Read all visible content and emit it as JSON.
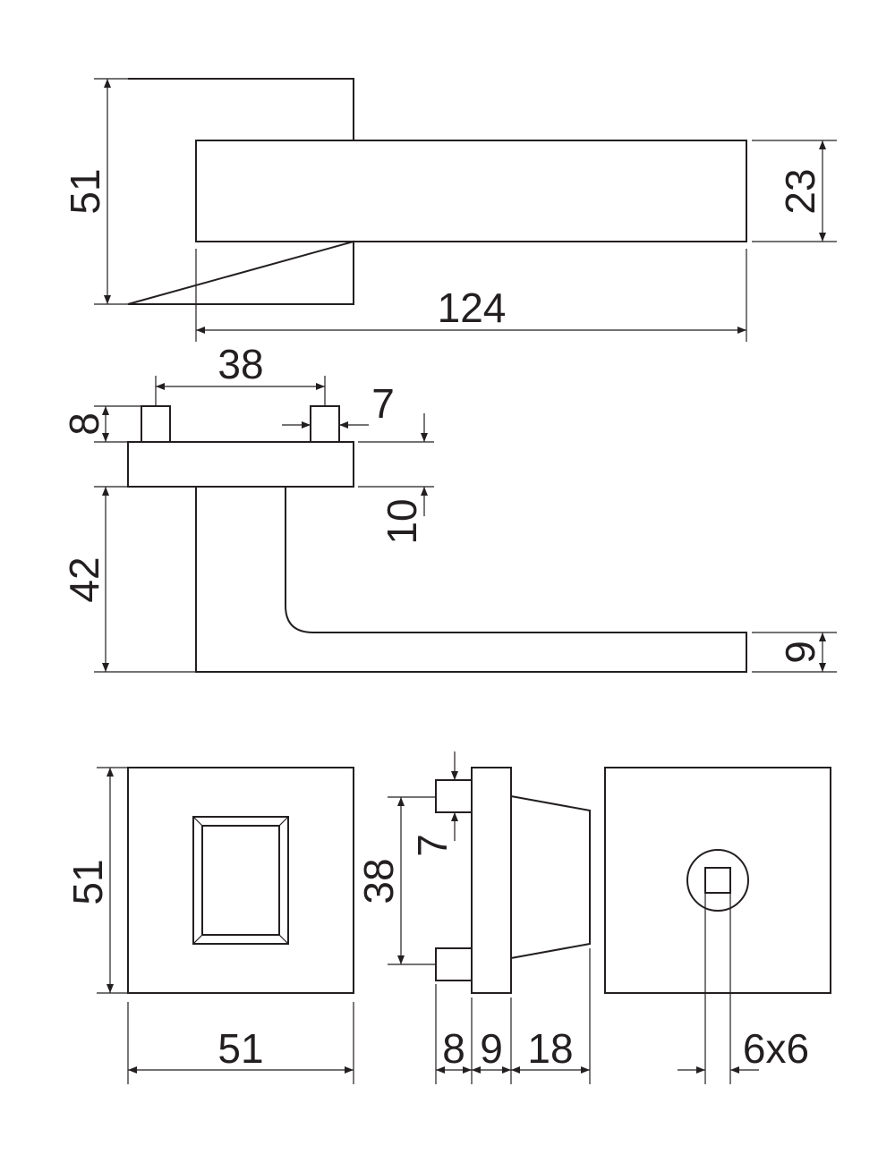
{
  "drawing": {
    "colors": {
      "line": "#231f20",
      "background": "#ffffff"
    },
    "top_view": {
      "rose_height": "51",
      "lever_height": "23",
      "lever_length": "124"
    },
    "side_view": {
      "pin_spacing": "38",
      "pin_height": "8",
      "pin_width": "7",
      "rose_thickness": "10",
      "projection": "42",
      "lever_thickness": "9"
    },
    "rose_views": {
      "front_height": "51",
      "front_width": "51",
      "pin_size": "7",
      "pin_spacing": "38",
      "pin_depth": "8",
      "plate_depth": "9",
      "body_depth": "18",
      "spindle": "6x6"
    }
  }
}
